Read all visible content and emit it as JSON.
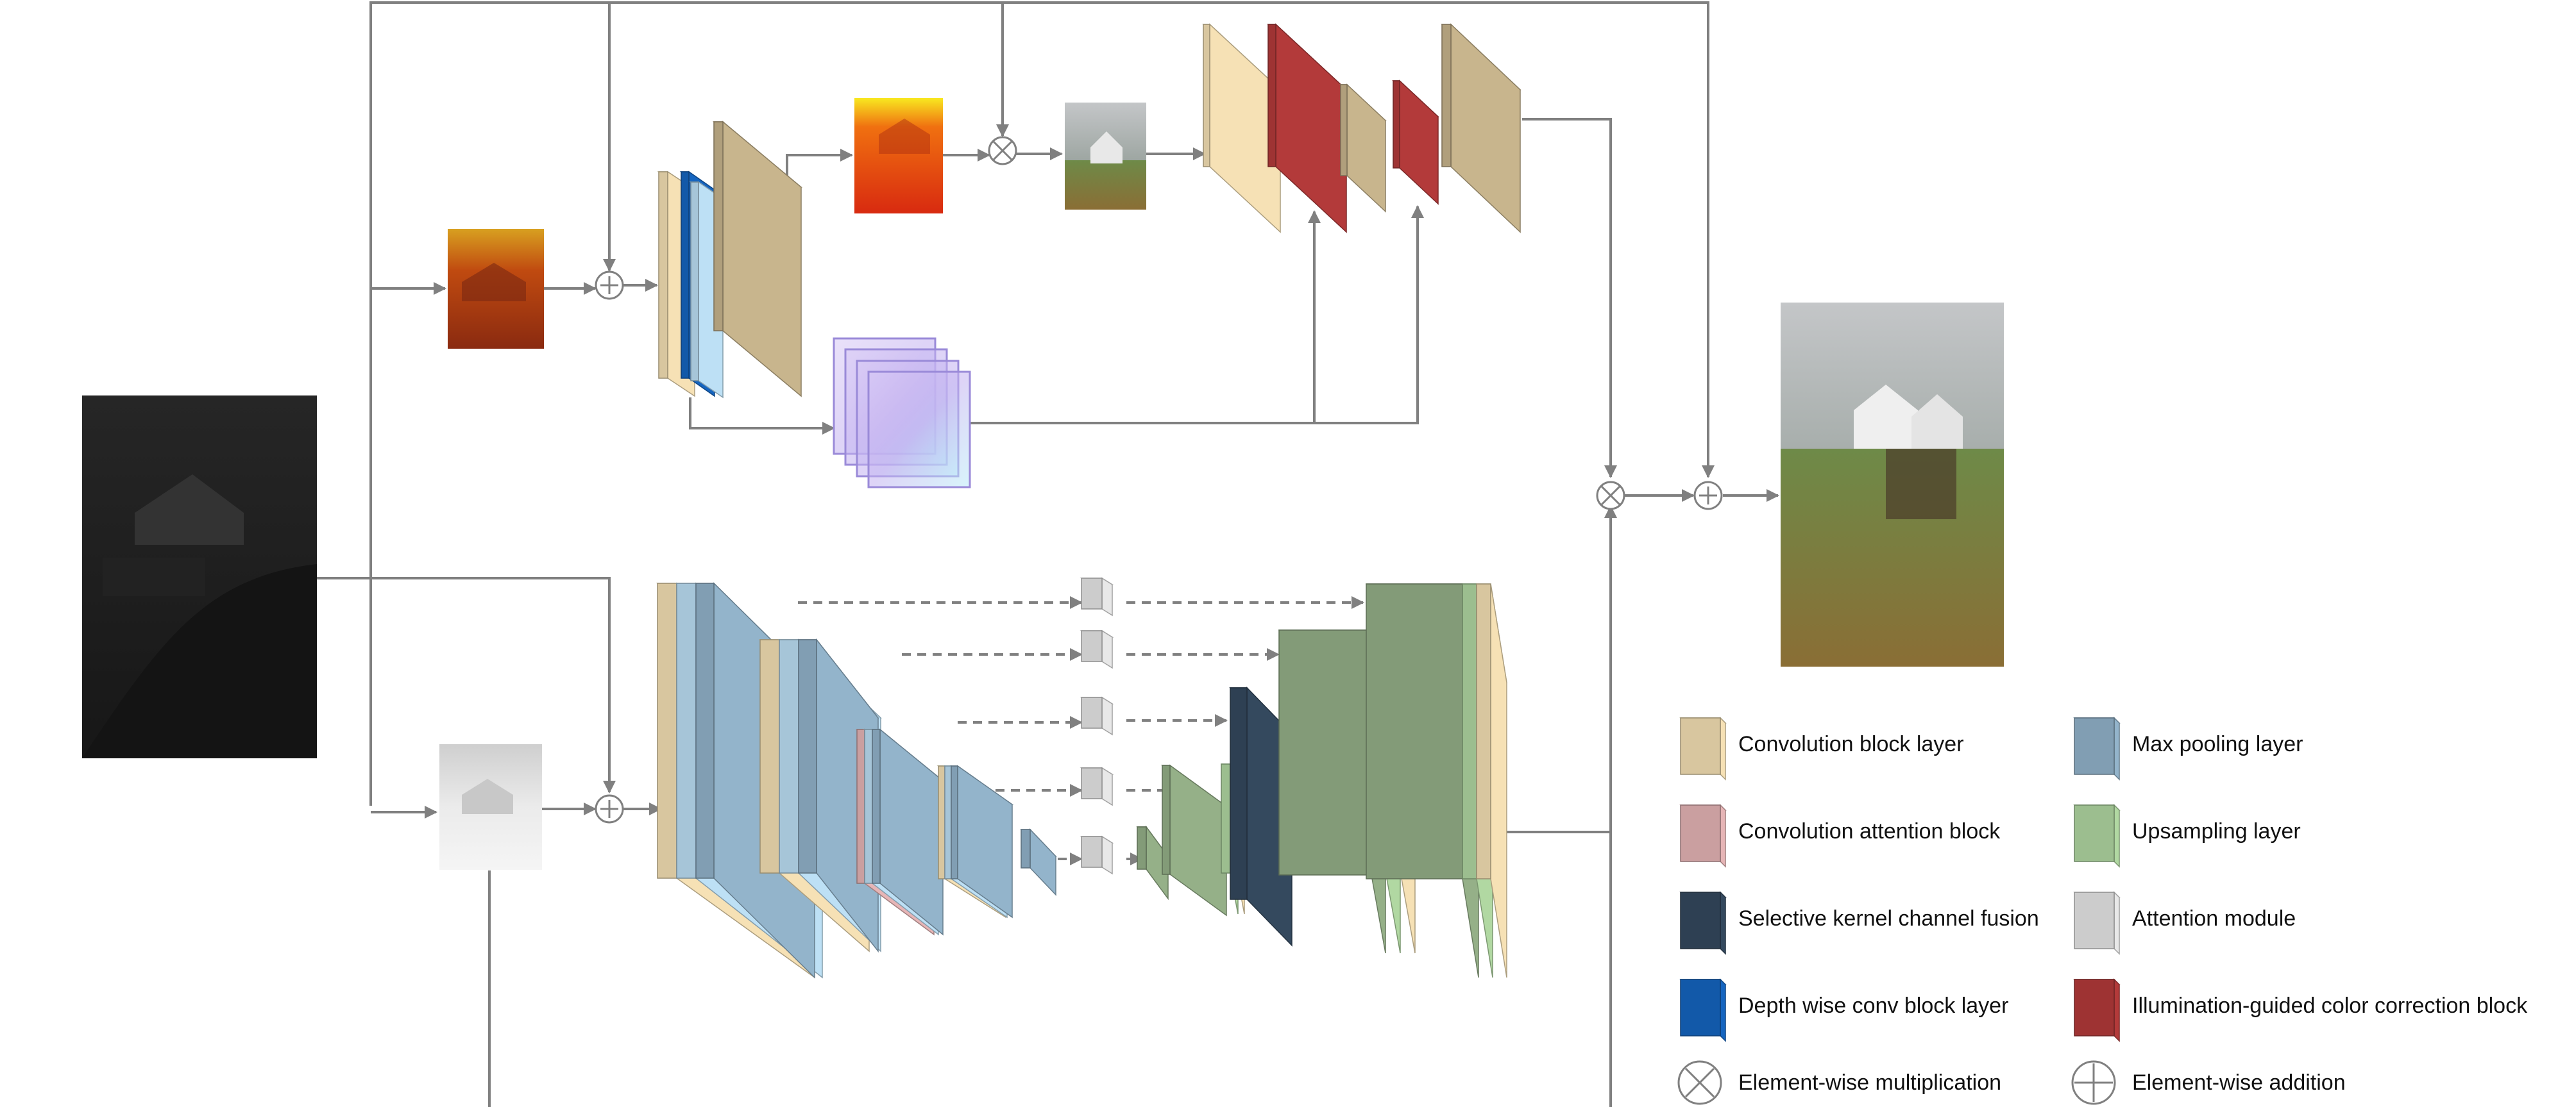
{
  "legend": {
    "items": [
      {
        "key": "conv",
        "label": "Convolution block layer"
      },
      {
        "key": "attn_conv",
        "label": "Convolution attention block"
      },
      {
        "key": "skfusion",
        "label": "Selective kernel channel fusion"
      },
      {
        "key": "dwconv",
        "label": "Depth wise conv block layer"
      },
      {
        "key": "maxpool",
        "label": "Max pooling layer"
      },
      {
        "key": "upsample",
        "label": "Upsampling layer"
      },
      {
        "key": "attention",
        "label": "Attention module"
      },
      {
        "key": "igcc",
        "label": "Illumination-guided color correction block"
      },
      {
        "key": "mul",
        "label": "Element-wise multiplication"
      },
      {
        "key": "add",
        "label": "Element-wise addition"
      }
    ]
  },
  "colors": {
    "conv": "#f6e1b5",
    "attn_conv": "#e6b5b6",
    "skfusion": "#34495e",
    "dwconv": "#1565c0",
    "maxpool": "#93b4cb",
    "upsample": "#b1d8a2",
    "upsample_dark": "#95b088",
    "attention": "#e8e8e8",
    "igcc": "#b33a3a",
    "tan": "#c8b58d",
    "light_blue": "#bde0f5",
    "line": "#808080"
  }
}
